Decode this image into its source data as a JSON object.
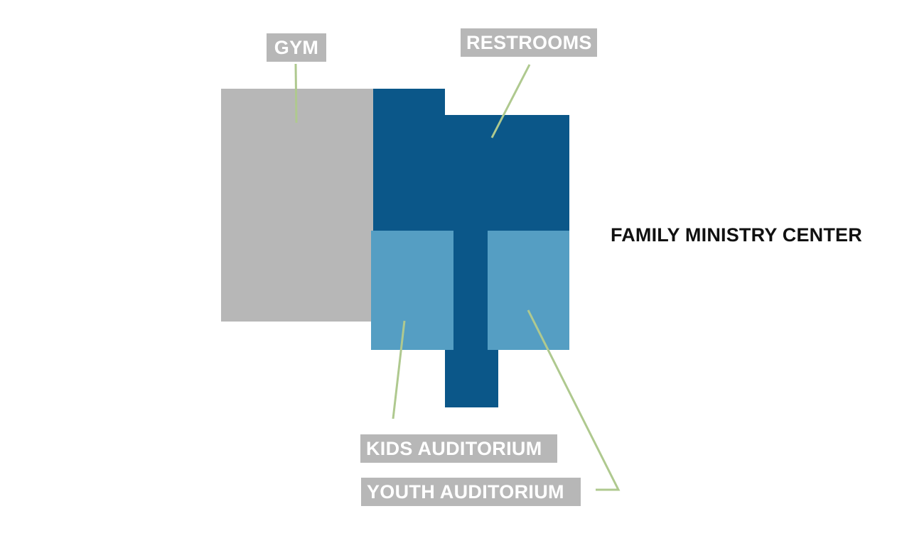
{
  "map": {
    "title": "FAMILY MINISTRY CENTER",
    "labels": {
      "gym": "GYM",
      "restrooms": "RESTROOMS",
      "kids_auditorium": "KIDS AUDITORIUM",
      "youth_auditorium": "YOUTH AUDITORIUM"
    }
  },
  "colors": {
    "gym": "#b7b7b7",
    "main_building": "#0b5789",
    "auditoriums": "#559ec3",
    "label_background": "#b7b7b7",
    "label_text": "#ffffff",
    "leader_lines": "#afc98f",
    "title_text": "#111111"
  }
}
